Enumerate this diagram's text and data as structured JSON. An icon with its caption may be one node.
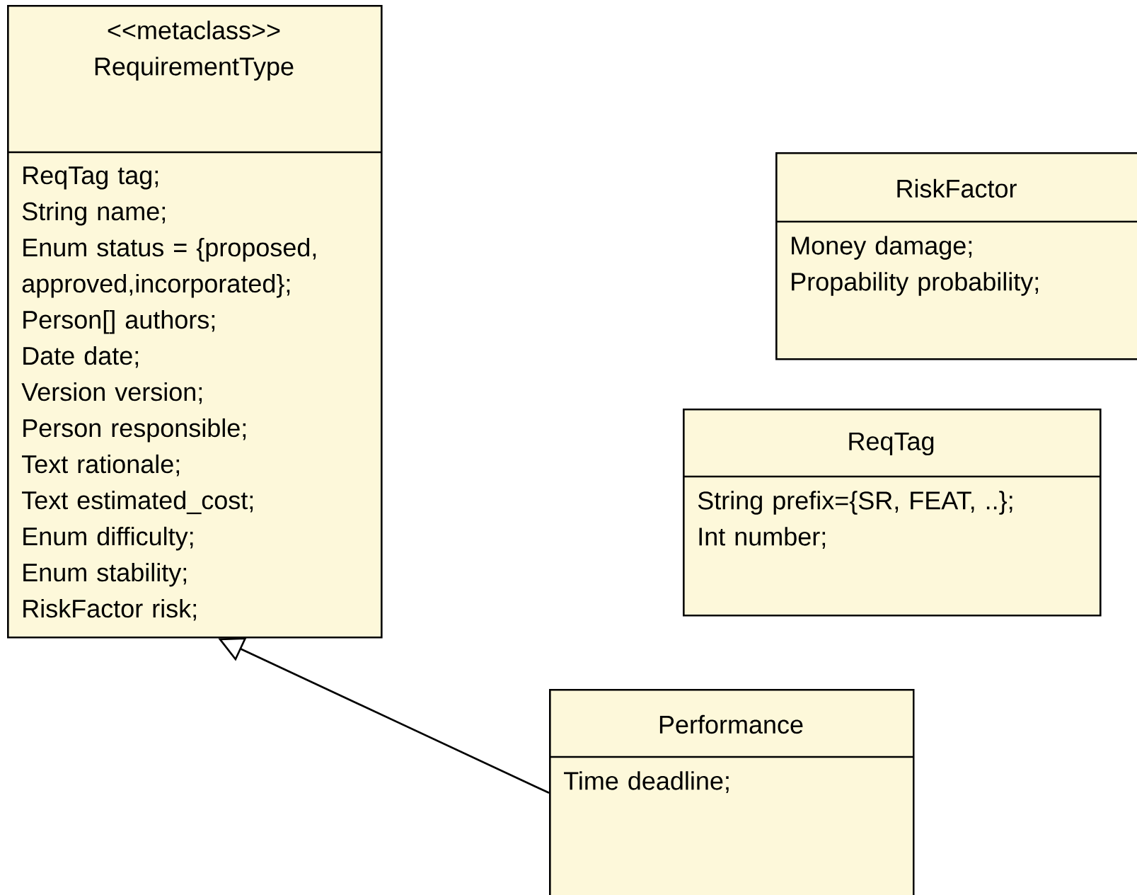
{
  "diagram": {
    "nodes": [
      {
        "text": [
          "<<metaclass>> RequirementType",
          "ReqTag tag;",
          "String name;",
          "Enum status = {proposed, approved,incorporated};",
          "Person[] authors;",
          "Date date;",
          "Version version;",
          "Person responsible;",
          "Text rationale;",
          "Text estimated_cost;",
          "Enum difficulty;",
          "Enum stability;",
          "RiskFactor risk;"
        ]
      },
      {
        "text": [
          "RiskFactor",
          "Money damage;",
          "Propability probability;"
        ]
      },
      {
        "text": [
          "ReqTag",
          "String prefix={SR, FEAT, ..};",
          "Int number;"
        ]
      },
      {
        "text": [
          "Performance",
          "Time deadline;"
        ]
      }
    ],
    "edges": [
      {
        "from": 3,
        "to": 0,
        "arrow": "to"
      }
    ]
  }
}
